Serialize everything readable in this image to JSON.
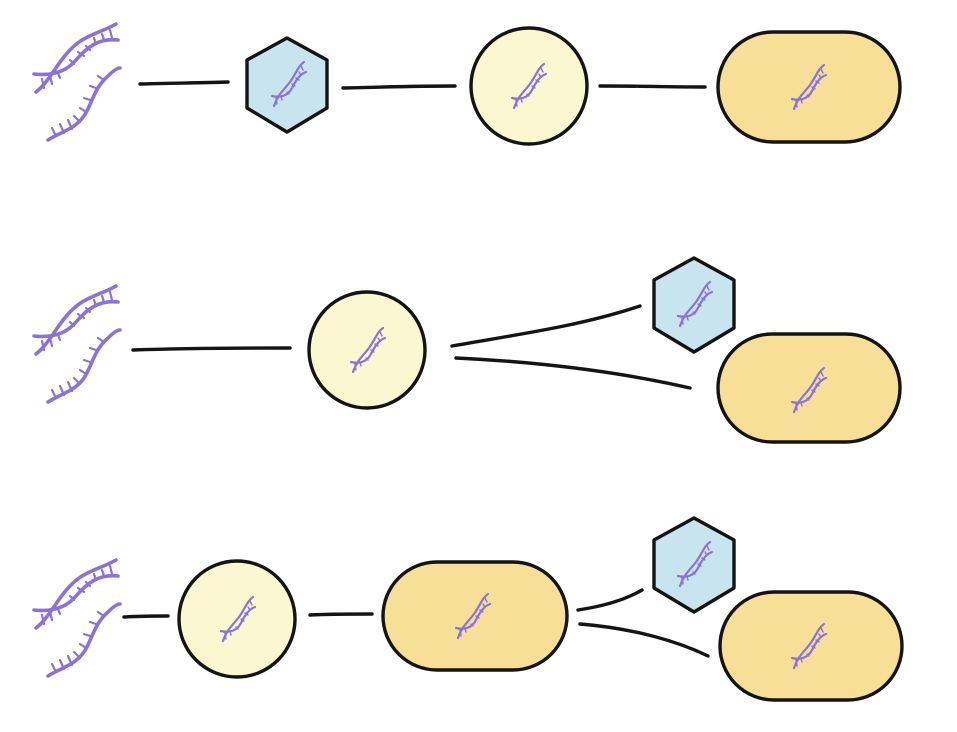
{
  "colors": {
    "outline": "#141414",
    "dna": "#8a72d8",
    "hexagon_fill": "#c8e4ef",
    "circle_fill": "#fbf7d0",
    "capsule_fill": "#f8df98"
  },
  "rows": [
    {
      "id": "row-1",
      "source_icon": "double-helix-dna-icon",
      "sequence": [
        "hexagon",
        "circle",
        "capsule"
      ],
      "branches": []
    },
    {
      "id": "row-2",
      "source_icon": "double-helix-dna-icon",
      "sequence": [
        "circle"
      ],
      "branches": [
        "hexagon",
        "capsule"
      ]
    },
    {
      "id": "row-3",
      "source_icon": "double-helix-dna-icon",
      "sequence": [
        "circle",
        "capsule"
      ],
      "branches": [
        "hexagon",
        "capsule"
      ]
    }
  ]
}
